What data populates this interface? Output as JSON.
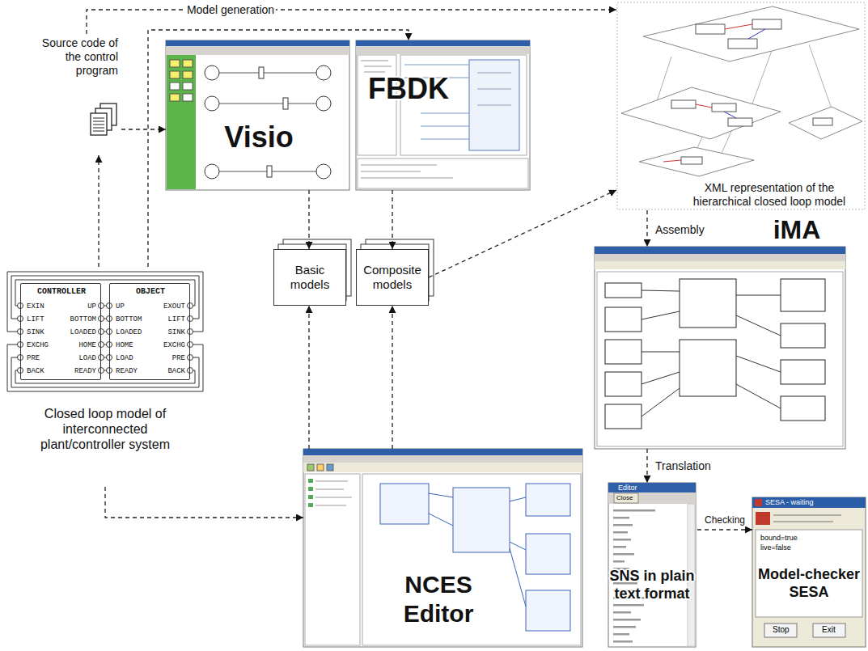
{
  "diagram": {
    "nodes": [
      {
        "text": [
          "Source code of the control program"
        ]
      },
      {
        "text": [
          "Visio"
        ]
      },
      {
        "text": [
          "FBDK"
        ]
      },
      {
        "text": [
          "XML representation of the hierarchical closed loop model"
        ]
      },
      {
        "text": [
          "iMA"
        ]
      },
      {
        "text": [
          "Basic models"
        ]
      },
      {
        "text": [
          "Composite models"
        ]
      },
      {
        "text": [
          "Closed loop model of interconnected plant/controller system"
        ]
      },
      {
        "text": [
          "CONTROLLER",
          "EXIN",
          "LIFT",
          "SINK",
          "EXCHG",
          "PRE",
          "BACK",
          "UP",
          "BOTTOM",
          "LOADED",
          "HOME",
          "LOAD",
          "READY"
        ],
        "in": 7
      },
      {
        "text": [
          "OBJECT",
          "UP",
          "BOTTOM",
          "LOADED",
          "HOME",
          "LOAD",
          "READY",
          "EXOUT",
          "LIFT",
          "SINK",
          "EXCHG",
          "PRE",
          "BACK"
        ],
        "in": 7
      },
      {
        "text": [
          "NCES Editor"
        ]
      },
      {
        "text": [
          "SNS in plain text format"
        ]
      },
      {
        "text": [
          "Model-checker SESA"
        ]
      }
    ],
    "edges": [
      {
        "from": 7,
        "to": 0,
        "arrow": "to"
      },
      {
        "from": 0,
        "to": 1,
        "arrow": "to"
      },
      {
        "from": 0,
        "to": 3,
        "arrow": "to",
        "label": "Model generation"
      },
      {
        "from": 7,
        "to": 2,
        "arrow": "to"
      },
      {
        "from": 7,
        "to": 10,
        "arrow": "to"
      },
      {
        "from": 1,
        "to": 5,
        "arrow": "to"
      },
      {
        "from": 2,
        "to": 6,
        "arrow": "to"
      },
      {
        "from": 10,
        "to": 5,
        "arrow": "to"
      },
      {
        "from": 10,
        "to": 6,
        "arrow": "to"
      },
      {
        "from": 6,
        "to": 3,
        "arrow": "to"
      },
      {
        "from": 3,
        "to": 4,
        "arrow": "to",
        "label": "Assembly"
      },
      {
        "from": 4,
        "to": 11,
        "arrow": "to",
        "label": "Translation"
      },
      {
        "from": 11,
        "to": 12,
        "arrow": "to",
        "label": "Checking"
      }
    ],
    "labels": [
      "Editor",
      "Close",
      "SESA - waiting",
      "bound=true",
      "live=false",
      "Stop",
      "Exit"
    ]
  }
}
